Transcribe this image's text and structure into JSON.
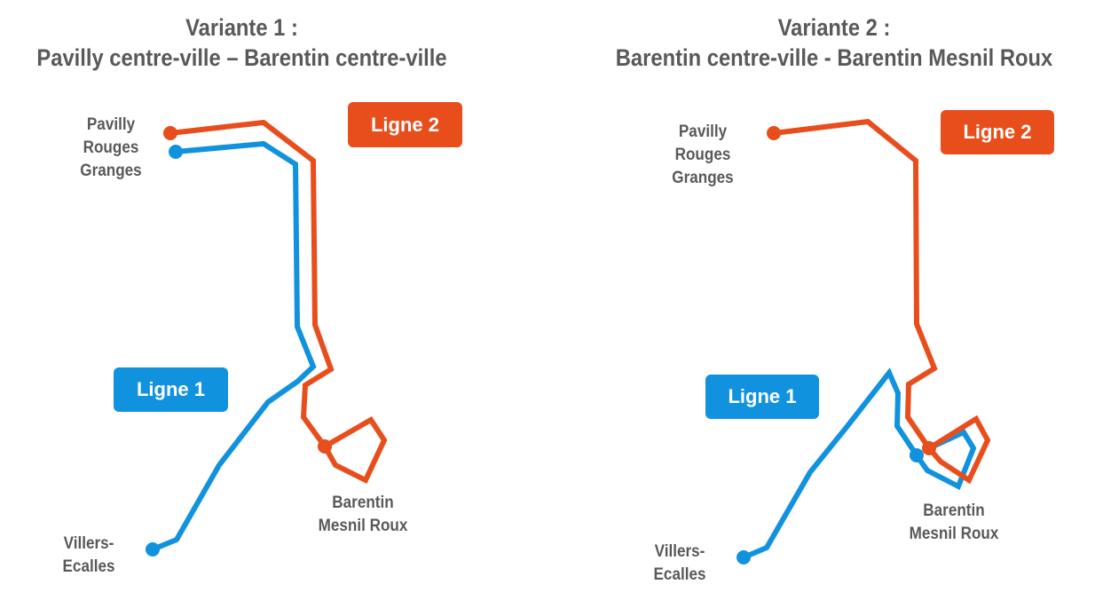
{
  "colors": {
    "ligne1": "#1192df",
    "ligne2": "#e84e1b",
    "text": "#595959"
  },
  "variant1": {
    "title_line1": "Variante 1 :",
    "title_line2": "Pavilly centre-ville – Barentin centre-ville",
    "badge_ligne1": "Ligne 1",
    "badge_ligne2": "Ligne 2",
    "stop_pavilly": [
      "Pavilly",
      "Rouges",
      "Granges"
    ],
    "stop_villers": [
      "Villers-",
      "Ecalles"
    ],
    "stop_barentin": [
      "Barentin",
      "Mesnil Roux"
    ]
  },
  "variant2": {
    "title_line1": "Variante 2 :",
    "title_line2": "Barentin centre-ville - Barentin Mesnil Roux",
    "badge_ligne1": "Ligne 1",
    "badge_ligne2": "Ligne 2",
    "stop_pavilly": [
      "Pavilly",
      "Rouges",
      "Granges"
    ],
    "stop_villers": [
      "Villers-",
      "Ecalles"
    ],
    "stop_barentin": [
      "Barentin",
      "Mesnil Roux"
    ]
  }
}
